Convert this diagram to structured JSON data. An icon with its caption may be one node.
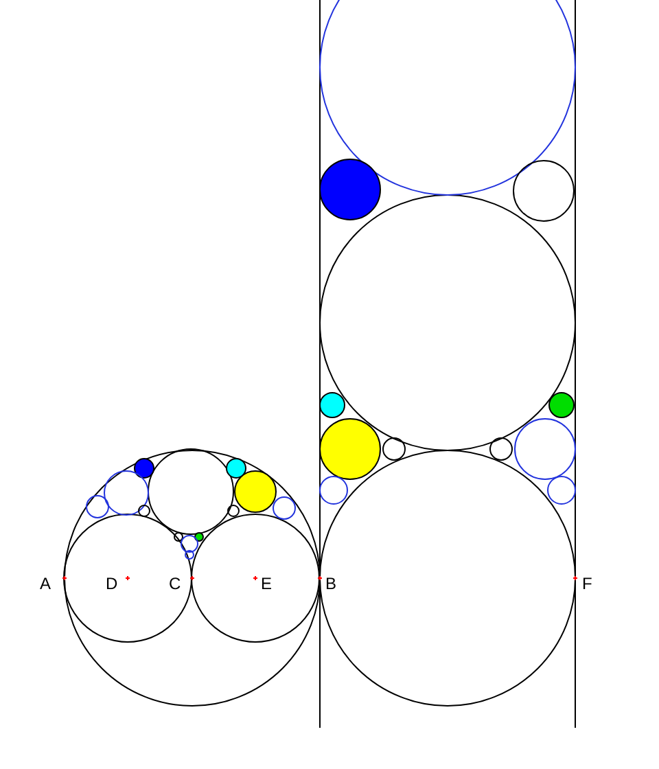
{
  "diagram": {
    "labels": [
      "A",
      "D",
      "C",
      "E",
      "B",
      "F"
    ]
  }
}
